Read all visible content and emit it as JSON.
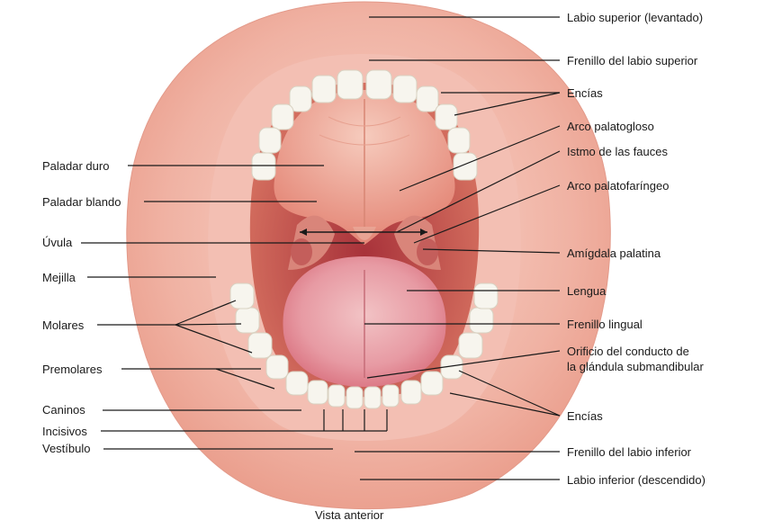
{
  "labels_left": {
    "paladar_duro": "Paladar duro",
    "paladar_blando": "Paladar blando",
    "uvula": "Úvula",
    "mejilla": "Mejilla",
    "molares": "Molares",
    "premolares": "Premolares",
    "caninos": "Caninos",
    "incisivos": "Incisivos",
    "vestibulo": "Vestíbulo"
  },
  "labels_right": {
    "labio_superior": "Labio superior (levantado)",
    "frenillo_superior": "Frenillo del labio superior",
    "encias_superior": "Encías",
    "arco_palatogloso": "Arco palatogloso",
    "istmo": "Istmo de las fauces",
    "arco_palatofaringeo": "Arco palatofaríngeo",
    "amigdala": "Amígdala palatina",
    "lengua": "Lengua",
    "frenillo_lingual": "Frenillo lingual",
    "orificio_line1": "Orificio del conducto de",
    "orificio_line2": "la glándula submandibular",
    "encias_inferior": "Encías",
    "frenillo_inferior": "Frenillo del labio inferior",
    "labio_inferior": "Labio inferior (descendido)"
  },
  "caption": "Vista anterior"
}
